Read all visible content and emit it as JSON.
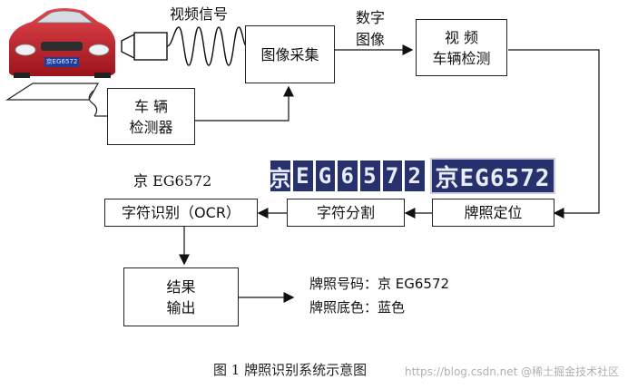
{
  "labels": {
    "video_signal": "视频信号",
    "digital_image_line1": "数字",
    "digital_image_line2": "图像",
    "plate_text_small": "京 EG6572",
    "result_line1": "牌照号码：京 EG6572",
    "result_line2": "牌照底色：蓝色"
  },
  "boxes": {
    "image_acquisition": "图像采集",
    "video_detection_line1": "视 频",
    "video_detection_line2": "车辆检测",
    "vehicle_detector_line1": "车 辆",
    "vehicle_detector_line2": "检测器",
    "ocr": "字符识别（OCR）",
    "char_segmentation": "字符分割",
    "plate_location": "牌照定位",
    "result_output_line1": "结果",
    "result_output_line2": "输出"
  },
  "plates": {
    "segmented_chars": [
      "京",
      "E",
      "G",
      "6",
      "5",
      "7",
      "2"
    ],
    "located_plate": "京EG6572"
  },
  "car_plate": "京EG6572",
  "caption": "图 1  牌照识别系统示意图",
  "watermark": "https://blog.csdn.net @稀土掘金技术社区",
  "colors": {
    "plate_blue": "#27316e",
    "car_red": "#c8232b"
  }
}
